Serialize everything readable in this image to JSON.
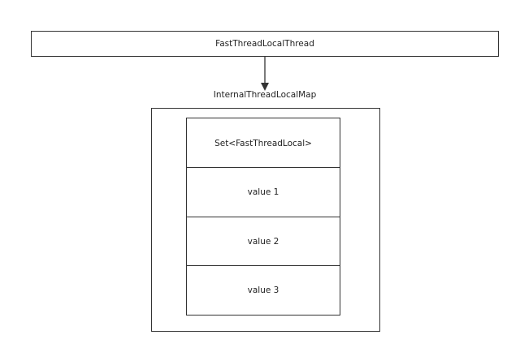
{
  "diagram": {
    "thread_label": "FastThreadLocalThread",
    "map_label": "InternalThreadLocalMap",
    "cells": [
      "Set<FastThreadLocal>",
      "value 1",
      "value 2",
      "value 3"
    ],
    "stroke_color": "#333333"
  }
}
